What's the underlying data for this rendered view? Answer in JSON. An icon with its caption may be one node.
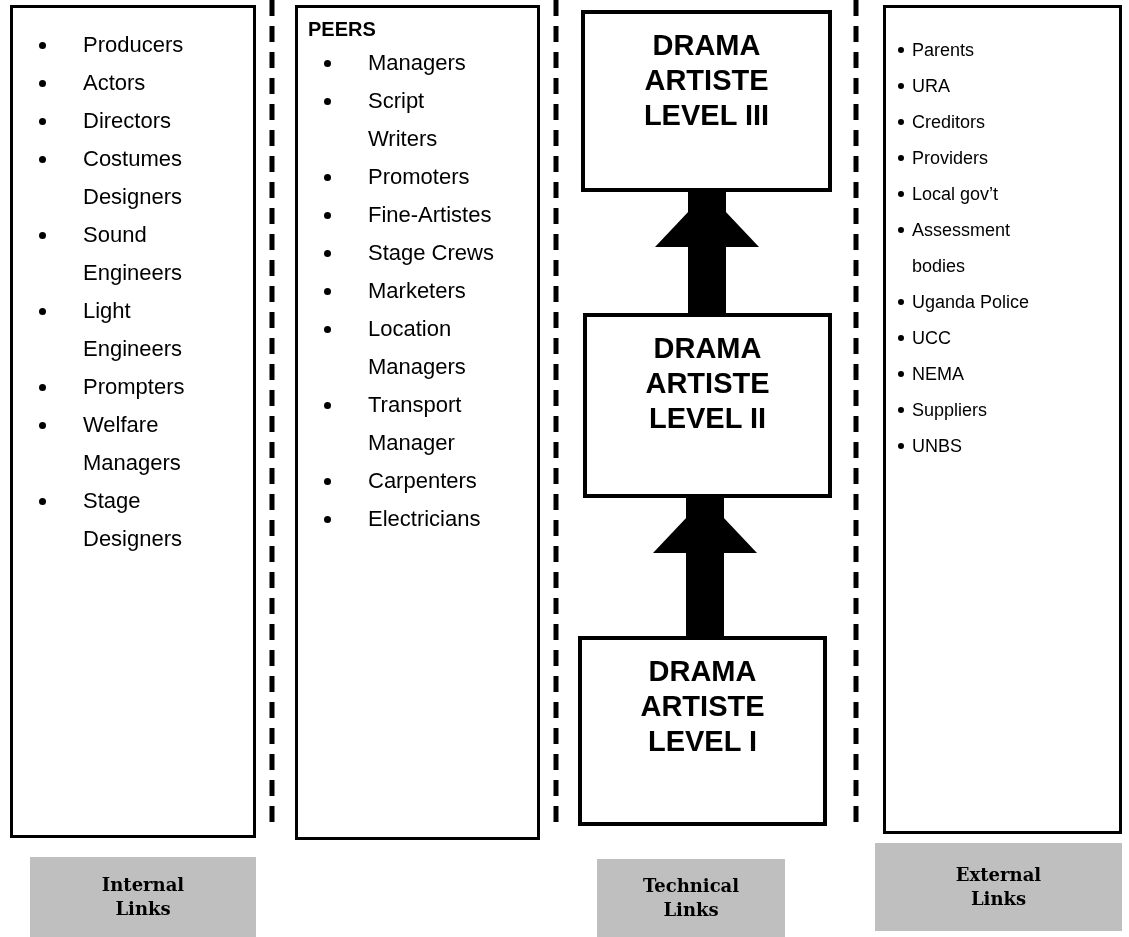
{
  "diagram": {
    "nodes": [
      {
        "text": [
          "Producers",
          "Actors",
          "Directors",
          "Costumes Designers",
          "Sound Engineers",
          "Light Engineers",
          "Prompters",
          "Welfare Managers",
          "Stage Designers"
        ]
      },
      {
        "text": [
          "PEERS",
          "Managers",
          "Script Writers",
          "Promoters",
          "Fine-Artistes",
          "Stage Crews",
          "Marketers",
          "Location Managers",
          "Transport Manager",
          "Carpenters",
          "Electricians"
        ]
      },
      {
        "text": [
          "DRAMA ARTISTE LEVEL III"
        ]
      },
      {
        "text": [
          "DRAMA ARTISTE LEVEL II"
        ]
      },
      {
        "text": [
          "DRAMA ARTISTE LEVEL I"
        ]
      },
      {
        "text": [
          "Parents",
          "URA",
          "Creditors",
          "Providers",
          "Local gov’t",
          "Assessment bodies",
          "Uganda Police",
          "UCC",
          "NEMA",
          "Suppliers",
          "UNBS"
        ]
      },
      {
        "text": [
          "Internal Links"
        ]
      },
      {
        "text": [
          "Technical Links"
        ]
      },
      {
        "text": [
          "External Links"
        ]
      }
    ],
    "edges": [
      {
        "from": 4,
        "to": 3,
        "arrow": "to"
      },
      {
        "from": 3,
        "to": 2,
        "arrow": "to"
      }
    ]
  }
}
